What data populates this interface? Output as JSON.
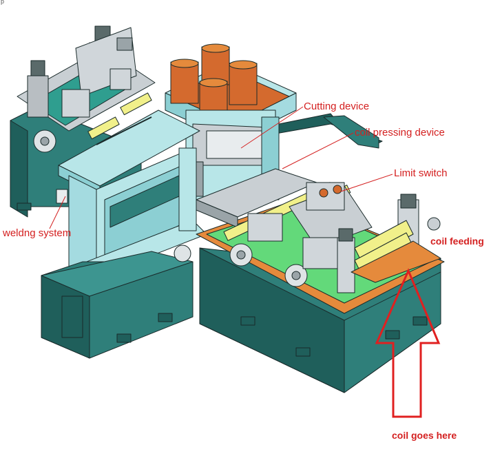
{
  "labels": {
    "cutting": "Cutting device",
    "pressing": "coil pressing device",
    "limit": "Limit switch",
    "welding": "weldng system",
    "feeding": "coil feeding",
    "coil_here": "coil goes here",
    "corner_mark": "p"
  },
  "colors": {
    "base_teal": "#2f7f7a",
    "base_dark": "#1f5f5b",
    "frame_light": "#b8e6e8",
    "frame_mid": "#8ccfd3",
    "cylinder_orange": "#d46a2e",
    "plate_orange": "#e58a3c",
    "plate_green": "#63d97a",
    "roller_yellow": "#f1f08a",
    "gray_part": "#c9cfd3",
    "label_red": "#d42020",
    "arrow_red": "#e02020"
  }
}
